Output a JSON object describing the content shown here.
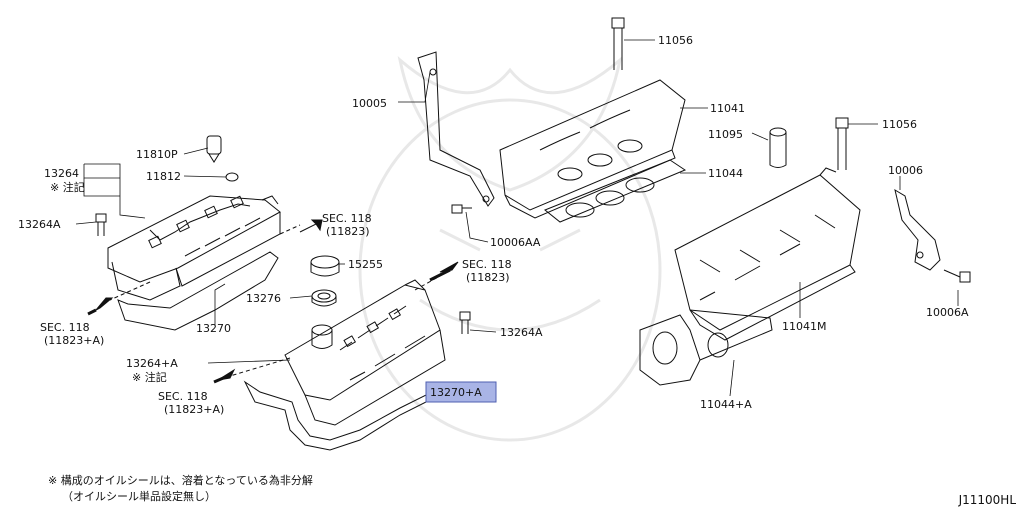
{
  "callouts": {
    "c11056a": "11056",
    "c10005": "10005",
    "c11041": "11041",
    "c11095": "11095",
    "c11056b": "11056",
    "c11044": "11044",
    "c10006": "10006",
    "c10006aa": "10006AA",
    "c10006a": "10006A",
    "c13264": "13264",
    "c13264_note": "※ 注記",
    "c11810p": "11810P",
    "c11812": "11812",
    "c13264a_left": "13264A",
    "c15255": "15255",
    "c13276": "13276",
    "c13270": "13270",
    "c13264a_mid": "13264A",
    "c13264pa": "13264+A",
    "c13264pa_note": "※ 注記",
    "c13270pa": "13270+A",
    "c11041m": "11041M",
    "c11044pa": "11044+A"
  },
  "sections": {
    "sec_top_a": "SEC. 118",
    "sec_top_b": "(11823)",
    "sec_mid_a": "SEC. 118",
    "sec_mid_b": "(11823)",
    "sec_left_a": "SEC. 118",
    "sec_left_b": "(11823+A)",
    "sec_low_a": "SEC. 118",
    "sec_low_b": "(11823+A)"
  },
  "highlight_color": "#a9b4e6",
  "highlight_border": "#4f5fb0",
  "footnote": {
    "line1": "※  構成のオイルシールは、溶着となっている為非分解",
    "line2": "（オイルシール単品設定無し）"
  },
  "diagram_code": "J11100HL"
}
